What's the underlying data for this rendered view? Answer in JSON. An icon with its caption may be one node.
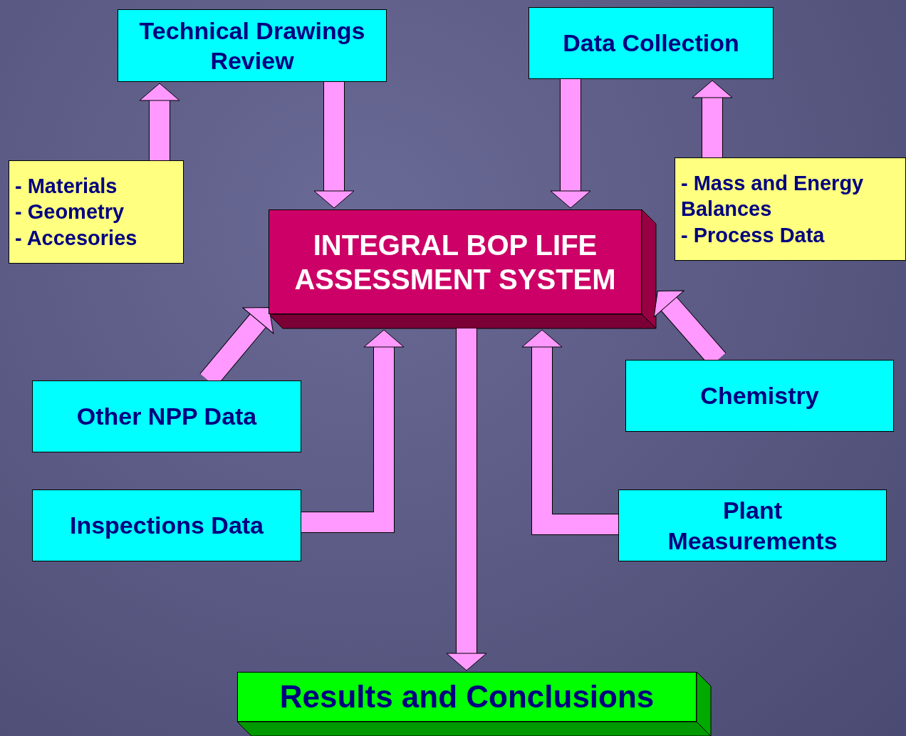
{
  "diagram": {
    "nodes": [
      {
        "text": [
          "Technical Drawings Review"
        ]
      },
      {
        "text": [
          "Data Collection"
        ]
      },
      {
        "text": [
          "- Materials",
          "- Geometry",
          "- Accesories"
        ]
      },
      {
        "text": [
          "INTEGRAL BOP LIFE ASSESSMENT SYSTEM"
        ]
      },
      {
        "text": [
          "- Mass and Energy Balances",
          "- Process Data"
        ]
      },
      {
        "text": [
          "Other NPP Data"
        ]
      },
      {
        "text": [
          "Chemistry"
        ]
      },
      {
        "text": [
          "Inspections Data"
        ]
      },
      {
        "text": [
          "Plant Measurements"
        ]
      },
      {
        "text": [
          "Results and Conclusions"
        ]
      }
    ],
    "edges": [
      {
        "from": 2,
        "to": 0,
        "arrow": "to"
      },
      {
        "from": 0,
        "to": 3,
        "arrow": "to"
      },
      {
        "from": 1,
        "to": 3,
        "arrow": "to"
      },
      {
        "from": 4,
        "to": 1,
        "arrow": "to"
      },
      {
        "from": 5,
        "to": 3,
        "arrow": "to"
      },
      {
        "from": 7,
        "to": 3,
        "arrow": "to"
      },
      {
        "from": 6,
        "to": 3,
        "arrow": "to"
      },
      {
        "from": 8,
        "to": 3,
        "arrow": "to"
      },
      {
        "from": 3,
        "to": 9,
        "arrow": "to"
      }
    ]
  }
}
